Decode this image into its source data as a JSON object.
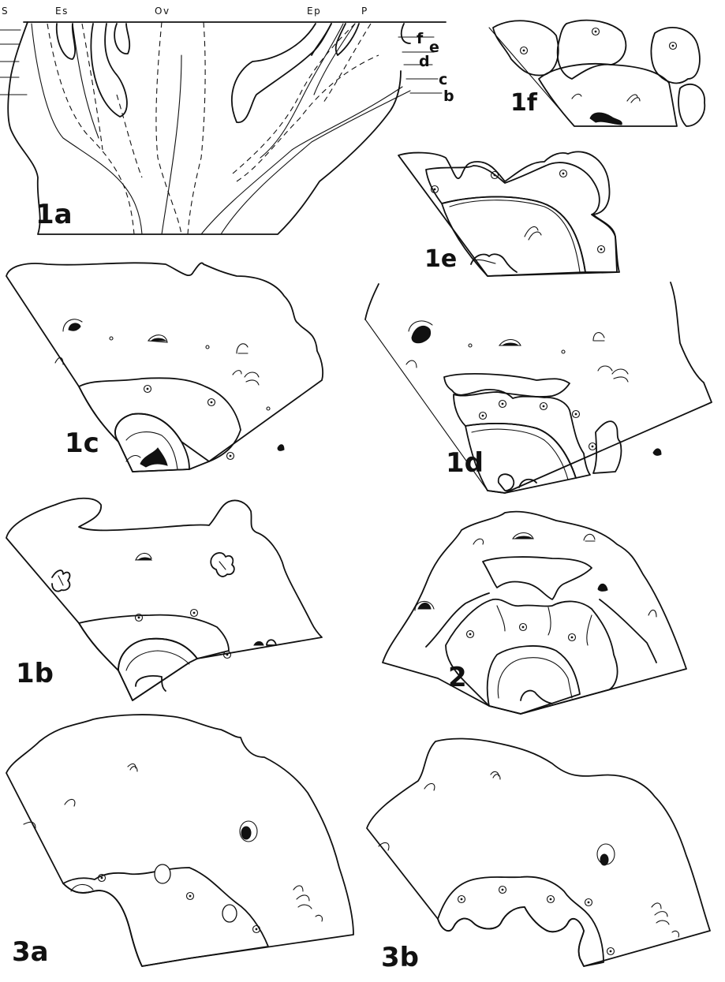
{
  "figure_labels": {
    "f1a": "1a",
    "f1b": "1b",
    "f1c": "1c",
    "f1d": "1d",
    "f1e": "1e",
    "f1f": "1f",
    "f2": "2",
    "f3a": "3a",
    "f3b": "3b"
  },
  "top_labels": {
    "s": "S",
    "es": "Es",
    "ov": "Ov",
    "ep": "Ep",
    "p": "P"
  },
  "level_labels": {
    "f": "f",
    "e": "e",
    "d": "d",
    "c": "c",
    "b": "b"
  }
}
